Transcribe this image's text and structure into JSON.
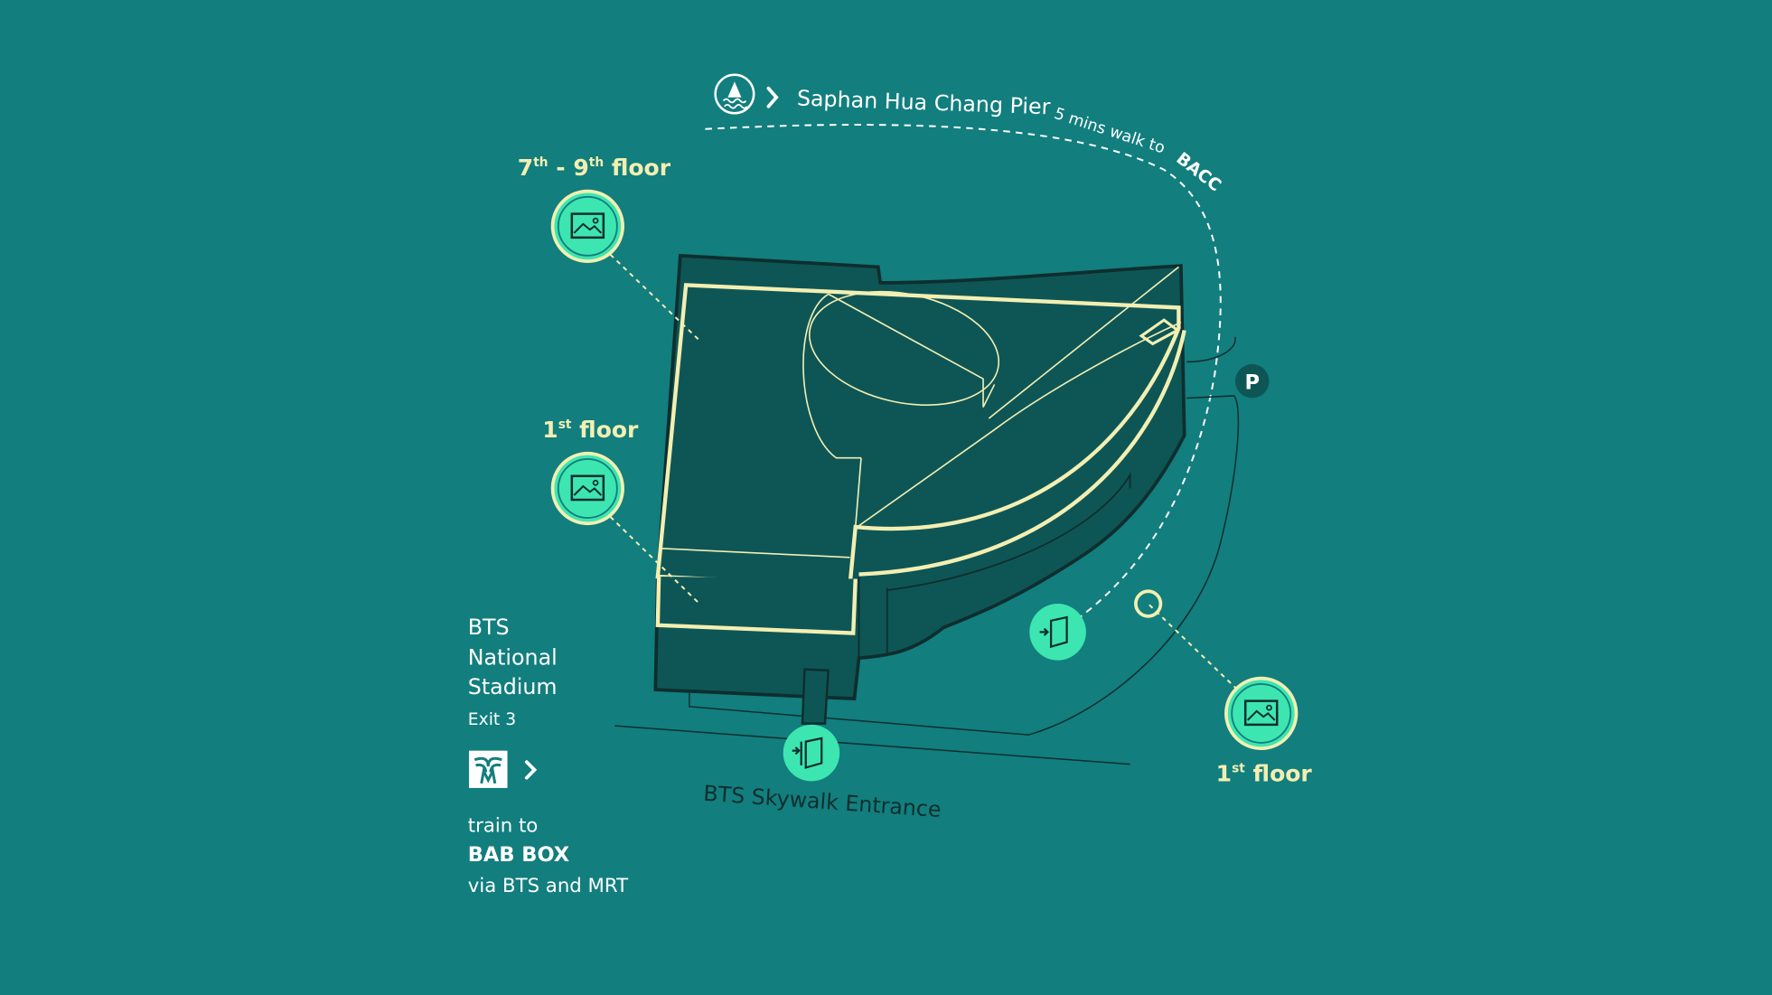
{
  "colors": {
    "background": "#127e7e",
    "building": "#0e5656",
    "outline_cream": "#f3efb2",
    "marker_mint": "#3de6b0",
    "dark_line": "#0f2e2e"
  },
  "pier": {
    "icon": "boat-icon",
    "name": "Saphan Hua Chang Pier",
    "walk": "5 mins walk to",
    "dest": "BACC"
  },
  "markers": {
    "upper": {
      "label_a": "7",
      "sup_a": "th",
      "sep": " - ",
      "label_b": "9",
      "sup_b": "th",
      "suffix": " floor",
      "icon": "image-icon"
    },
    "first_left": {
      "num": "1",
      "sup": "st",
      "suffix": " floor",
      "icon": "image-icon"
    },
    "first_right": {
      "num": "1",
      "sup": "st",
      "suffix": " floor",
      "icon": "image-icon"
    }
  },
  "parking": {
    "label": "P"
  },
  "skywalk": {
    "label": "BTS Skywalk Entrance",
    "icon": "door-enter-icon"
  },
  "side_entrance": {
    "icon": "door-enter-icon"
  },
  "bts": {
    "line1": "BTS",
    "line2": "National",
    "line3": "Stadium",
    "exit": "Exit 3",
    "icon": "bts-logo-icon"
  },
  "directions": {
    "line1": "train to",
    "line2": "BAB BOX",
    "line3": "via BTS and MRT"
  }
}
